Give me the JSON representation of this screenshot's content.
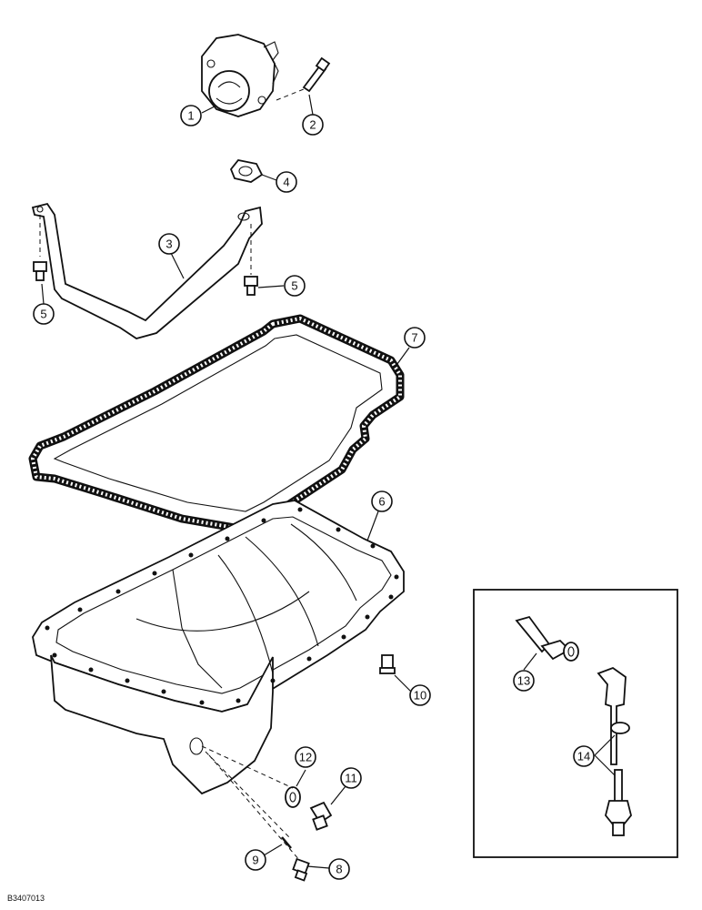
{
  "figure_id": "B3407013",
  "callouts": [
    {
      "label": "1"
    },
    {
      "label": "2"
    },
    {
      "label": "3"
    },
    {
      "label": "4"
    },
    {
      "label": "5"
    },
    {
      "label": "5"
    },
    {
      "label": "6"
    },
    {
      "label": "7"
    },
    {
      "label": "8"
    },
    {
      "label": "9"
    },
    {
      "label": "10"
    },
    {
      "label": "11"
    },
    {
      "label": "12"
    },
    {
      "label": "13"
    },
    {
      "label": "14"
    }
  ]
}
